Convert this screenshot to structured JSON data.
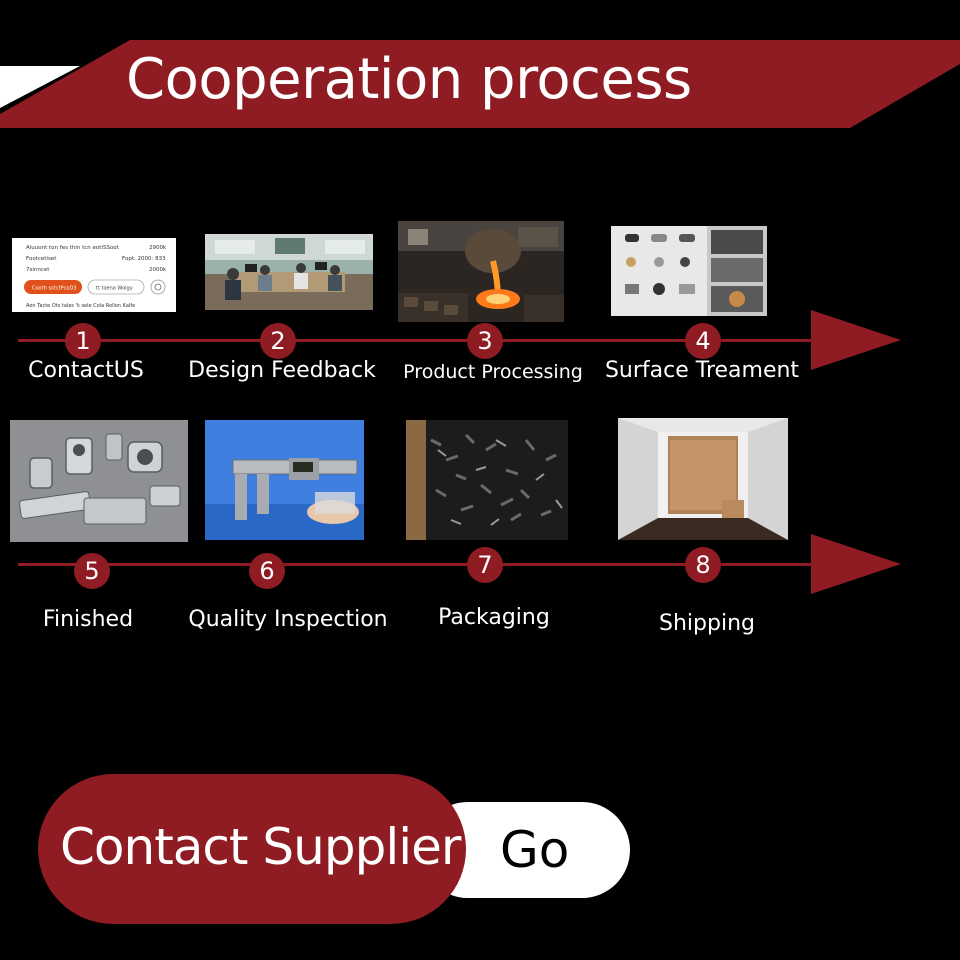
{
  "header": {
    "title": "Cooperation process"
  },
  "steps": [
    {
      "number": "1",
      "label": "ContactUS",
      "photo_icon": "contact-form-screenshot",
      "photo_text": {
        "row1_left": "Aluuont ton fes thin tcn eotiSSoot",
        "row1_right": "2900k",
        "row2_left": "Footcetiset",
        "row2_right": "Fopt. 2000: 833",
        "row3_left": "7sinncet",
        "row3_right": "2000k",
        "button_primary": "Cooth sotctPcoD3",
        "button_secondary": "tt toena Woigy",
        "footer": "Aon Tacte Ots tales 'k sele Cola Rollon Kalfe"
      }
    },
    {
      "number": "2",
      "label": "Design Feedback",
      "photo_icon": "office-team-photo"
    },
    {
      "number": "3",
      "label": "Product Processing",
      "photo_icon": "molten-metal-pouring-photo"
    },
    {
      "number": "4",
      "label": "Surface Treament",
      "photo_icon": "metal-parts-grid-photo"
    },
    {
      "number": "5",
      "label": "Finished",
      "photo_icon": "finished-metal-parts-photo"
    },
    {
      "number": "6",
      "label": "Quality Inspection",
      "photo_icon": "caliper-inspection-photo"
    },
    {
      "number": "7",
      "label": "Packaging",
      "photo_icon": "packaging-parts-photo"
    },
    {
      "number": "8",
      "label": "Shipping",
      "photo_icon": "shipping-container-photo"
    }
  ],
  "cta": {
    "contact_label": "Contact Supplier",
    "go_label": "Go"
  },
  "colors": {
    "accent": "#8e1c22",
    "background": "#000000",
    "text": "#ffffff"
  }
}
